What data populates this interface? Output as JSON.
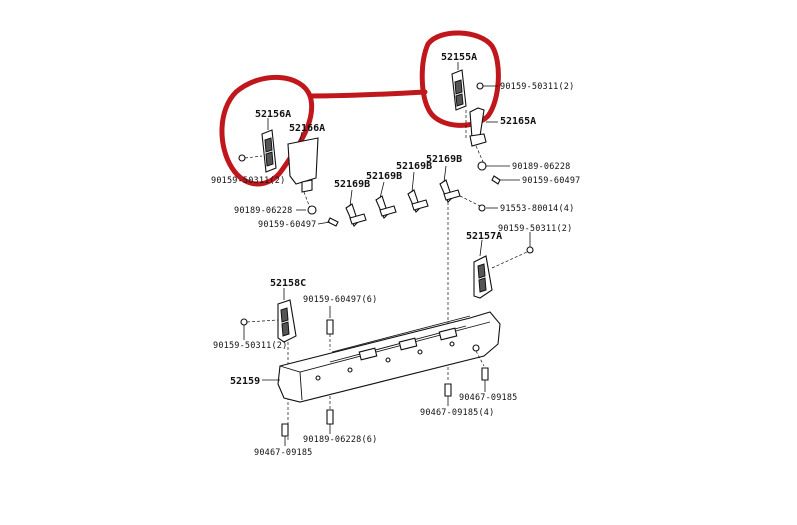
{
  "labels": {
    "p52155A": "52155A",
    "p52156A": "52156A",
    "p52166A": "52166A",
    "p52165A": "52165A",
    "p52169B_1": "52169B",
    "p52169B_2": "52169B",
    "p52169B_3": "52169B",
    "p52169B_4": "52169B",
    "p52157A": "52157A",
    "p52158C": "52158C",
    "p52159": "52159",
    "s90159_50311_top": "90159-50311(2)",
    "s90189_06228_right": "90189-06228",
    "s90159_60497_right": "90159-60497",
    "s91553_80014": "91553-80014(4)",
    "s90159_50311_right": "90159-50311(2)",
    "s90159_50311_left_top": "90159-50311(2)",
    "s90189_06228_left": "90189-06228",
    "s90159_60497_left": "90159-60497",
    "s90159_60497_mid": "90159-60497(6)",
    "s90159_50311_left": "90159-50311(2)",
    "s90467_09185_right": "90467-09185",
    "s90467_09185_mid": "90467-09185(4)",
    "s90189_06228_bottom": "90189-06228(6)",
    "s90467_09185_left": "90467-09185"
  },
  "colors": {
    "markup": "#c0171d",
    "ink": "#111111"
  }
}
